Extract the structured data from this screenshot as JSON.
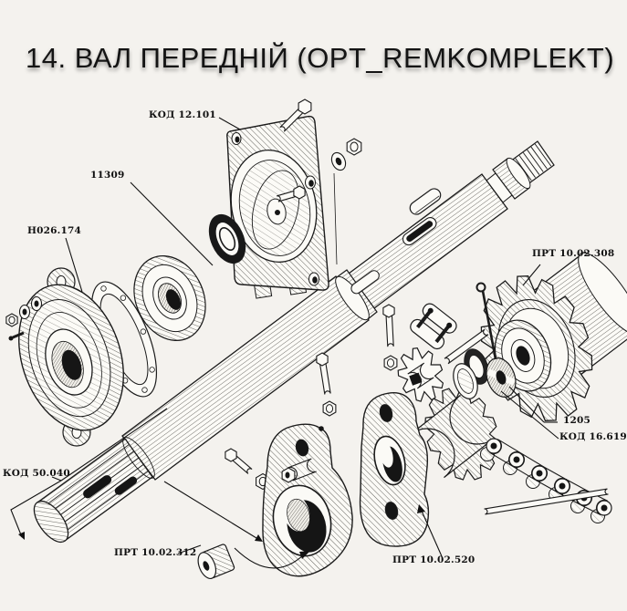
{
  "title": "14. ВАЛ ПЕРЕДНІЙ (OPT_REMKOMPLEKT)",
  "figure_number": "14",
  "labels": [
    {
      "id": "kod-12-101",
      "text": "КОД 12.101"
    },
    {
      "id": "11309",
      "text": "11309"
    },
    {
      "id": "n026-174",
      "text": "Н026.174"
    },
    {
      "id": "prt-10-02-308",
      "text": "ПРТ 10.02.308"
    },
    {
      "id": "1205",
      "text": "1205"
    },
    {
      "id": "kod-16-619",
      "text": "КОД 16.619"
    },
    {
      "id": "kod-50-040",
      "text": "КОД 50.040"
    },
    {
      "id": "prt-10-02-312",
      "text": "ПРТ 10.02.312"
    },
    {
      "id": "prt-10-02-520",
      "text": "ПРТ 10.02.520"
    }
  ],
  "colors": {
    "background": "#f4f2ee",
    "ink": "#1b1b1b",
    "title": "#141414"
  }
}
